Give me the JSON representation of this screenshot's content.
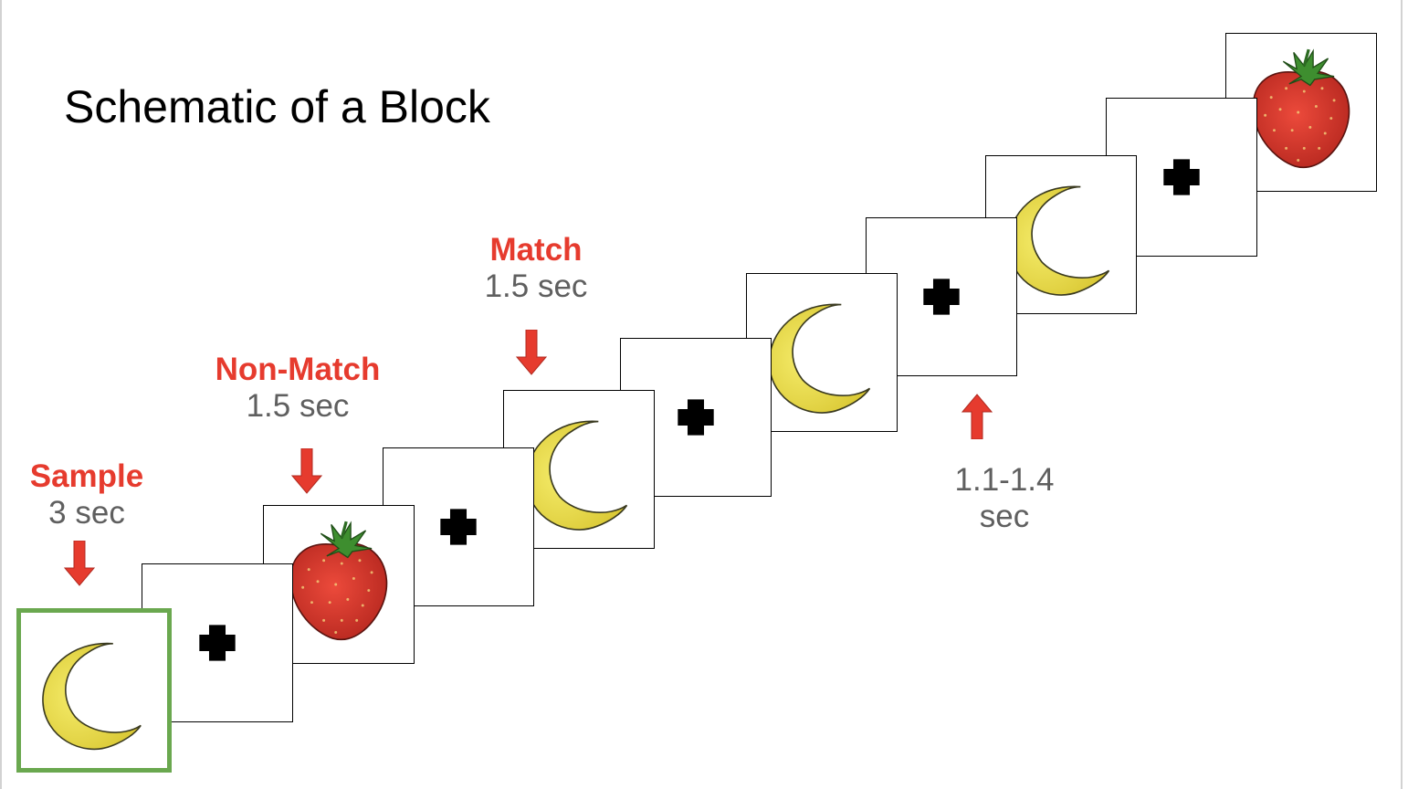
{
  "title": "Schematic of a Block",
  "colors": {
    "label_red": "#e63b2e",
    "duration_gray": "#5f5f5f",
    "sample_border_green": "#6aa84f",
    "moon_yellow": "#ecdf4b",
    "strawberry_red": "#e0352b",
    "leaf_green": "#3e8e2f"
  },
  "labels": {
    "sample": {
      "name": "Sample",
      "duration": "3 sec"
    },
    "non_match": {
      "name": "Non-Match",
      "duration": "1.5 sec"
    },
    "match": {
      "name": "Match",
      "duration": "1.5 sec"
    },
    "interval": {
      "line1": "1.1-1.4",
      "line2": "sec"
    }
  },
  "sequence": [
    {
      "stimulus": "moon-icon",
      "role": "sample"
    },
    {
      "stimulus": "fixation-cross-icon"
    },
    {
      "stimulus": "strawberry-icon",
      "role": "non-match"
    },
    {
      "stimulus": "fixation-cross-icon"
    },
    {
      "stimulus": "moon-icon",
      "role": "match"
    },
    {
      "stimulus": "fixation-cross-icon"
    },
    {
      "stimulus": "moon-icon"
    },
    {
      "stimulus": "fixation-cross-icon",
      "role": "interval"
    },
    {
      "stimulus": "moon-icon"
    },
    {
      "stimulus": "fixation-cross-icon"
    },
    {
      "stimulus": "strawberry-icon"
    }
  ]
}
